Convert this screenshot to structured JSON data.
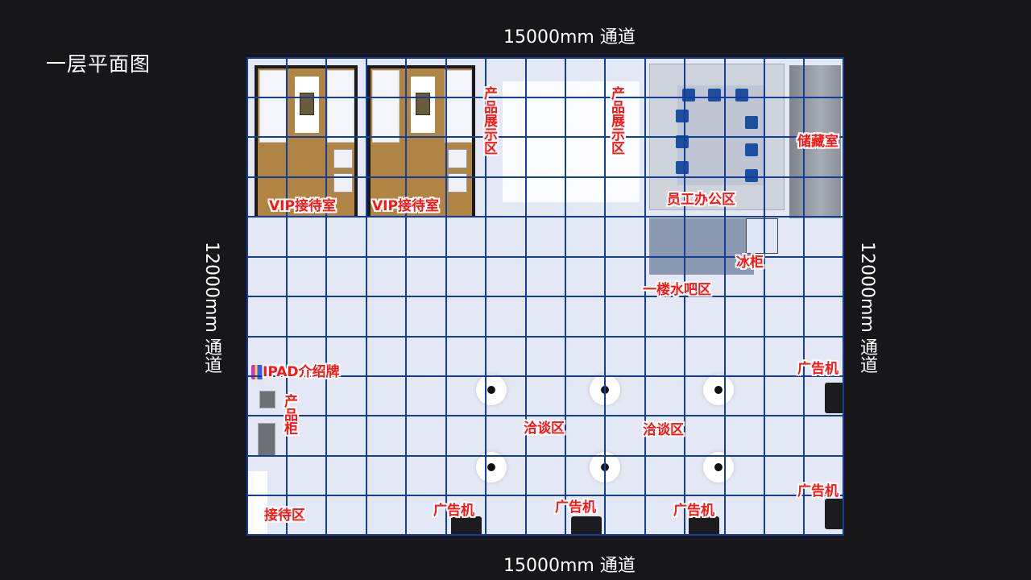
{
  "title": "一层平面图",
  "dimensions": {
    "top": "15000mm 通道",
    "bottom": "15000mm 通道",
    "left": "12000mm 通道",
    "right": "12000mm 通道"
  },
  "grid": {
    "columns": 15,
    "rows": 12,
    "line_color": "#123d9a"
  },
  "colors": {
    "label": "#ff1414",
    "background": "#17171b",
    "wood": "#b08442",
    "chair": "#1d4fa0"
  },
  "zones": {
    "vip_room_1": "VIP接待室",
    "vip_room_2": "VIP接待室",
    "product_display_1": "产品展示区",
    "product_display_2": "产品展示区",
    "staff_office": "员工办公区",
    "storage_room": "储藏室",
    "fridge": "冰柜",
    "water_bar": "一楼水吧区",
    "ipad_board": "IPAD介绍牌",
    "product_cabinet": "产品柜",
    "reception": "接待区",
    "negotiation_1": "洽谈区",
    "negotiation_2": "洽谈区",
    "ad_machine_1": "广告机",
    "ad_machine_2": "广告机",
    "ad_machine_3": "广告机",
    "ad_machine_4": "广告机",
    "ad_machine_5": "广告机"
  }
}
